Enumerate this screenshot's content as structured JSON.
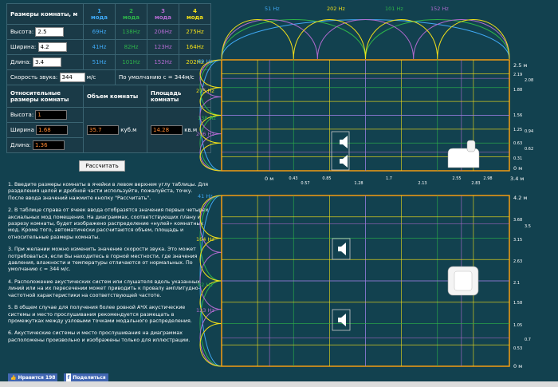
{
  "dims": {
    "title": "Размеры комнаты, м",
    "rows": [
      {
        "label": "Высота:",
        "value": "2.5"
      },
      {
        "label": "Ширина:",
        "value": "4.2"
      },
      {
        "label": "Длина:",
        "value": "3.4"
      }
    ],
    "speed_label": "Скорость звука:",
    "speed_value": "344",
    "speed_unit": "м/с",
    "default_note": "По умолчанию c = 344м/с"
  },
  "modes": {
    "headers": [
      {
        "num": "1",
        "word": "мода",
        "color": "#3fa9f5"
      },
      {
        "num": "2",
        "word": "мода",
        "color": "#2db34a"
      },
      {
        "num": "3",
        "word": "мода",
        "color": "#b36bd1"
      },
      {
        "num": "4",
        "word": "мода",
        "color": "#f2e019"
      }
    ],
    "values": [
      [
        "69Hz",
        "138Hz",
        "206Hz",
        "275Hz"
      ],
      [
        "41Hz",
        "82Hz",
        "123Hz",
        "164Hz"
      ],
      [
        "51Hz",
        "101Hz",
        "152Hz",
        "202Hz"
      ]
    ]
  },
  "relative": {
    "title": "Относительные размеры комнаты",
    "volume_title": "Объем комнаты",
    "area_title": "Площадь комнаты",
    "rows": [
      {
        "label": "Высота:",
        "value": "1"
      },
      {
        "label": "Ширина",
        "value": "1.68"
      },
      {
        "label": "Длина:",
        "value": "1.36"
      }
    ],
    "volume": "35.7",
    "volume_unit": "куб.м",
    "area": "14.28",
    "area_unit": "кв.м"
  },
  "calc_button": "Рассчитать",
  "instructions": [
    "1. Введите размеры комнаты в ячейки в левом верхнем углу таблицы. Для разделения целой и дробной части используйте, пожалуйста, точку. После ввода значений нажмите кнопку \"Рассчитать\".",
    "2. В таблице справа от ячеек ввода отобразятся значения первых четырех аксиальных мод помещения. На диаграммах, соответствующих плану и разрезу комнаты, будет изображено распределение «нулей» комнатных мод. Кроме того, автоматически рассчитаются объем, площадь и относительные размеры комнаты.",
    "3. При желании можно изменить значение скорости звука. Это может потребоваться, если Вы находитесь в горной местности, где значения давления, влажности и температуры отличаются от нормальных. По умолчанию с = 344 м/с.",
    "4. Расположение акустических систем или слушателя вдоль указанных линий или на их пересечении может приводить к провалу амплитудно-частотной характеристики на соответствующей частоте.",
    "5. В общем случае для получения более ровной АЧХ акустические системы и место прослушивания рекомендуется размещать в промежутках между узловыми точками модального распределения.",
    "6. Акустические системы и место прослушивания на диаграммах расположены произвольно и изображены только для иллюстрации."
  ],
  "social": {
    "like_label": "Нравится",
    "like_count": "198",
    "share_label": "Поделиться"
  },
  "diagram": {
    "colors": {
      "m1": "#3fa9f5",
      "m2": "#2db34a",
      "m3": "#b36bd1",
      "m4": "#f2e019",
      "frame": "#f39c12"
    },
    "top_freqs": [
      "51 Hz",
      "202 Hz",
      "101 Hz",
      "152 Hz"
    ],
    "side_top": [
      "69 Hz",
      "275 Hz",
      "138 Hz",
      "206 Hz"
    ],
    "side_bottom": [
      "41 Hz",
      "164 Hz",
      "82 Hz",
      "123 Hz"
    ],
    "x_ticks_top": [
      "0.43",
      "0.57",
      "0.85",
      "1.28",
      "1.7",
      "2.13",
      "2.55",
      "2.83",
      "2.98"
    ],
    "x_end_top": "3.4 м",
    "x_zero_top": "0 м",
    "y_ticks_top": [
      "2.19",
      "2.08",
      "1.88",
      "1.56",
      "1.25",
      "0.94",
      "0.63",
      "0.62",
      "0.31"
    ],
    "y_end_top": "2.5 м",
    "y_zero_top": "0 м",
    "y_ticks_bottom": [
      "3.68",
      "3.5",
      "3.15",
      "2.63",
      "2.1",
      "1.58",
      "1.05",
      "0.7",
      "0.53"
    ],
    "y_end_bottom": "4.2 м",
    "y_zero_bottom": "0 м"
  }
}
